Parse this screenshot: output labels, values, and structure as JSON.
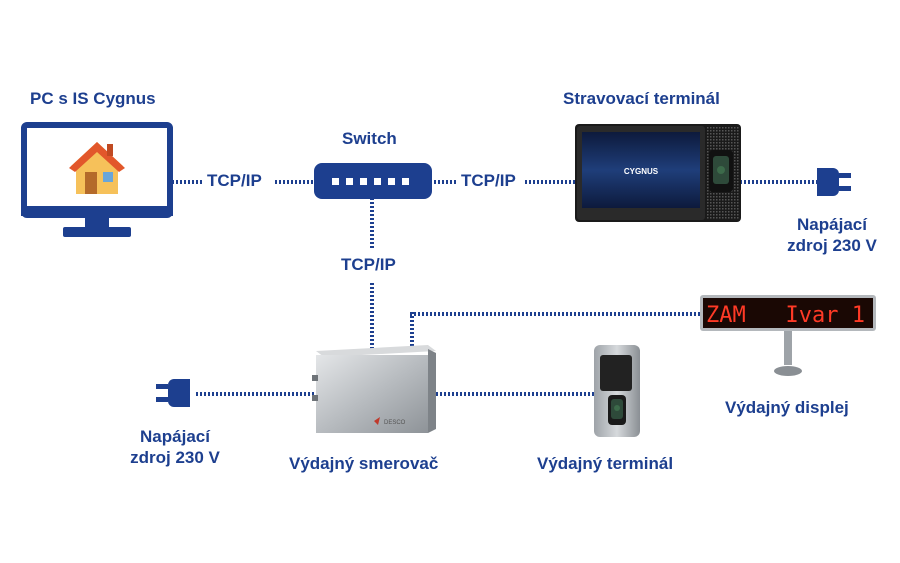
{
  "nodes": {
    "pc": {
      "label": "PC s IS Cygnus"
    },
    "switch": {
      "label": "Switch"
    },
    "terminal": {
      "label": "Stravovací terminál",
      "screen_text": "CYGNUS"
    },
    "power_right": {
      "label_line1": "Napájací",
      "label_line2": "zdroj  230 V"
    },
    "power_left": {
      "label_line1": "Napájací",
      "label_line2": "zdroj  230 V"
    },
    "router": {
      "label": "Výdajný smerovač",
      "brand": "DESCO"
    },
    "dispense_terminal": {
      "label": "Výdajný terminál"
    },
    "display": {
      "label": "Výdajný displej",
      "text": "ZAM   Ivar 1"
    }
  },
  "edges": {
    "pc_switch": "TCP/IP",
    "switch_terminal": "TCP/IP",
    "switch_router": "TCP/IP"
  },
  "colors": {
    "line": "#1d3f8f",
    "label": "#1d3f8f",
    "display_led": "#ff3a26"
  }
}
